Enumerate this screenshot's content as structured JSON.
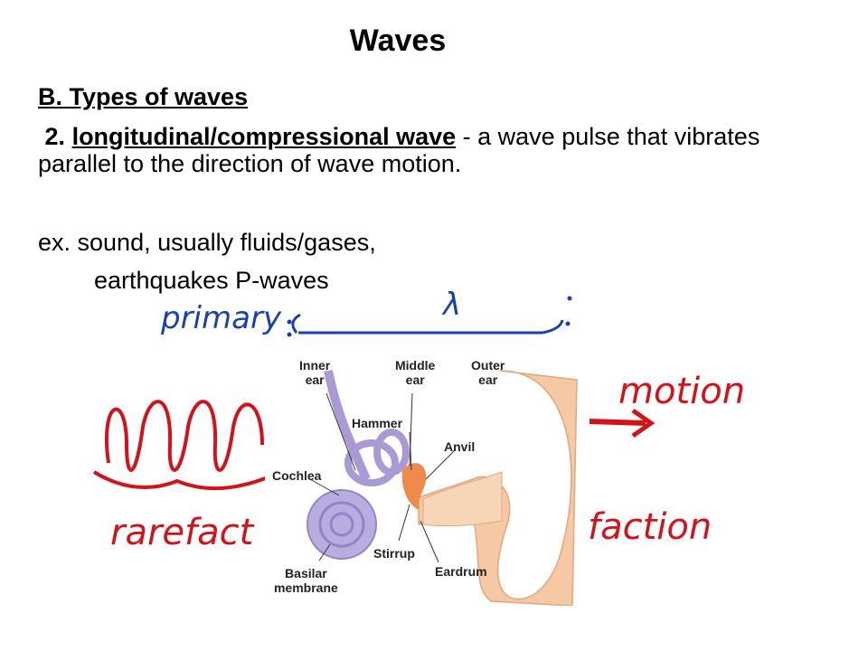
{
  "slide": {
    "title": "Waves",
    "section": "B. Types of waves",
    "definition": {
      "number": "2.",
      "term": "longitudinal/compressional wave",
      "text": " - a wave pulse that vibrates parallel to the direction of wave motion."
    },
    "example_line1": "ex. sound, usually fluids/gases,",
    "example_line2": "earthquakes P-waves"
  },
  "annotations": {
    "primary": "primary",
    "lambda": "λ",
    "motion": "motion",
    "rarefact": "rarefact",
    "faction": "faction"
  },
  "ear_diagram": {
    "inner_ear_1": "Inner",
    "inner_ear_2": "ear",
    "middle_ear_1": "Middle",
    "middle_ear_2": "ear",
    "outer_ear_1": "Outer",
    "outer_ear_2": "ear",
    "hammer": "Hammer",
    "anvil": "Anvil",
    "cochlea": "Cochlea",
    "stirrup": "Stirrup",
    "eardrum": "Eardrum",
    "basilar_1": "Basilar",
    "basilar_2": "membrane"
  },
  "colors": {
    "blue_ink": "#1a3fb5",
    "red_ink": "#d4121a",
    "inner_ear": "#a99ad6",
    "ossicles": "#f08a4b",
    "outer_ear": "#f4c9a4"
  }
}
